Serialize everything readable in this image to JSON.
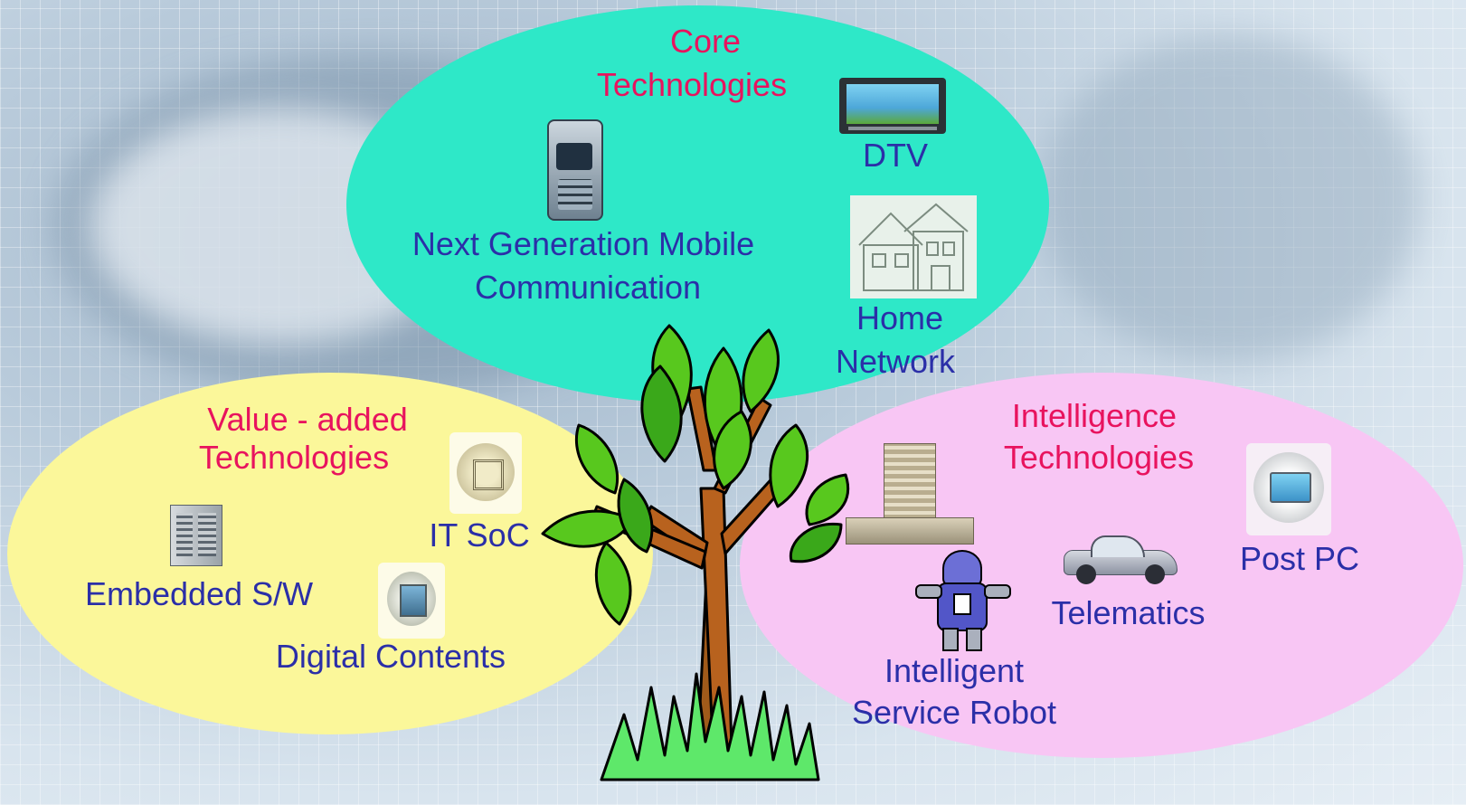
{
  "core": {
    "heading_line1": "Core",
    "heading_line2": "Technologies",
    "mobile_line1": "Next Generation Mobile",
    "mobile_line2": "Communication",
    "dtv": "DTV",
    "home_line1": "Home",
    "home_line2": "Network"
  },
  "value": {
    "heading_line1": "Value - added",
    "heading_line2": "Technologies",
    "it_soc": "IT  SoC",
    "embedded": "Embedded S/W",
    "digital": "Digital Contents"
  },
  "intelligence": {
    "heading_line1": "Intelligence",
    "heading_line2": "Technologies",
    "post_pc": "Post PC",
    "telematics": "Telematics",
    "robot_line1": "Intelligent",
    "robot_line2": "Service Robot"
  },
  "colors": {
    "core_fill": "#2ee8c8",
    "value_fill": "#fbf79a",
    "intelligence_fill": "#f8c6f4",
    "heading_text": "#e8135e",
    "item_text": "#2b2fa8"
  }
}
